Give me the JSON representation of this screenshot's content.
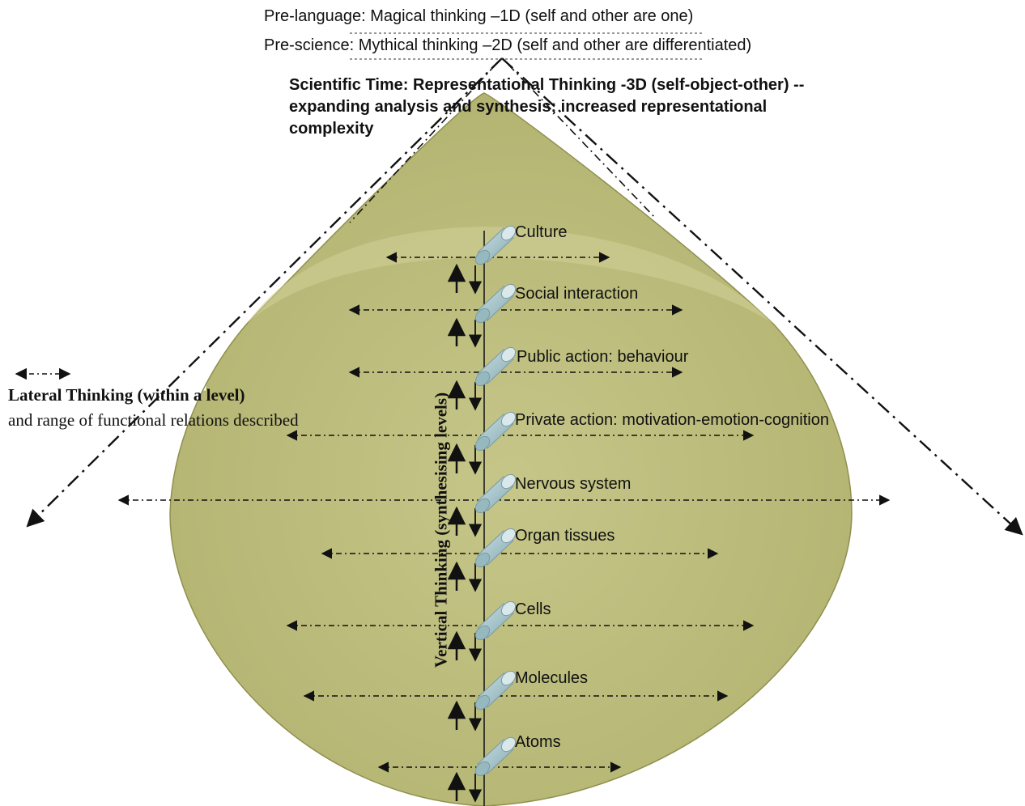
{
  "header": {
    "pre_language": "Pre-language: Magical thinking –1D (self and other are one)",
    "pre_science": "Pre-science: Mythical thinking –2D (self and other are differentiated)",
    "scientific_time": "Scientific Time: Representational Thinking -3D (self-object-other) --expanding analysis and synthesis; increased representational complexity"
  },
  "lateral": {
    "title": "Lateral Thinking (within a level)",
    "subtitle": "and range of functional relations described"
  },
  "vertical": {
    "label": "Vertical Thinking (synthesising levels)"
  },
  "levels": [
    {
      "label": "Culture"
    },
    {
      "label": "Social interaction"
    },
    {
      "label": "Public action: behaviour"
    },
    {
      "label": "Private action: motivation-emotion-cognition"
    },
    {
      "label": "Nervous system"
    },
    {
      "label": "Organ tissues"
    },
    {
      "label": "Cells"
    },
    {
      "label": "Molecules"
    },
    {
      "label": "Atoms"
    }
  ],
  "colors": {
    "cone_fill": "#bdbd7a",
    "cone_edge": "#8f8f4e",
    "cylinder": "#a7c6cc",
    "line": "#111111"
  }
}
